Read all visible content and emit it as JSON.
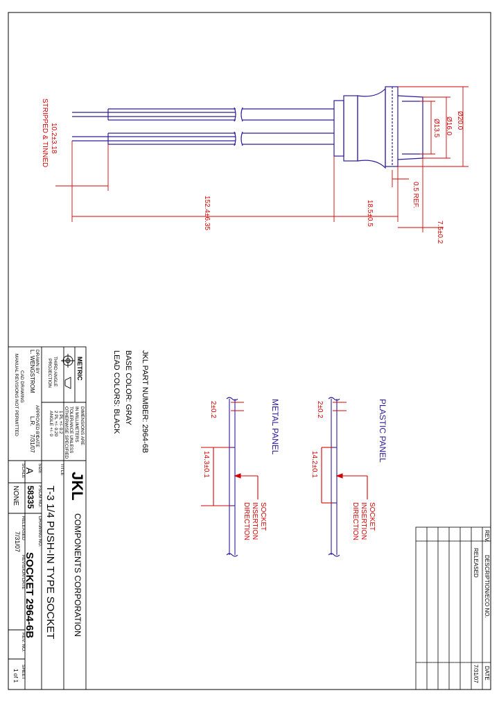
{
  "dimensions": {
    "d200": "Ø20.0",
    "d160": "Ø16.0",
    "d135": "Ø13.5",
    "ref05": "0.5 REF.",
    "len75": "7.5±0.2",
    "len185": "18.5±0.5",
    "len1524": "152.4±6.35",
    "strip": "10.2±3.18",
    "strip_note": "STRIPPED & TINNED"
  },
  "plastic_panel": {
    "title": "PLASTIC  PANEL",
    "gap": "2±0.2",
    "thick": "14.2±0.1",
    "socket_note": [
      "SOCKET",
      "INSERTION",
      "DIRECTION"
    ]
  },
  "metal_panel": {
    "title": "METAL PANEL",
    "gap": "2±0.2",
    "thick": "14.3±0.1",
    "socket_note": [
      "SOCKET",
      "INSERTION",
      "DIRECTION"
    ]
  },
  "notes": {
    "part": "JKL PART NUMBER:  2964-6B",
    "base": "BASE COLOR:  GRAY",
    "lead": "LEAD COLORS:  BLACK"
  },
  "revision": {
    "headers": {
      "rev": "REV.",
      "description": "DESCRIPTION/ECO NO.",
      "date": "DATE"
    },
    "row": {
      "description": "RELEASED",
      "date": "7/31/07"
    }
  },
  "title_block": {
    "metric": "METRIC",
    "projection": [
      "THIRD ANGLE",
      "PROJECTION"
    ],
    "dims_note": [
      "DIMENSIONS ARE",
      "IN MILLIMETERS",
      "TOLERANCE UNLESS",
      "OTHERWISE SPECIFIED",
      "1 PL +/- 0.2",
      "2 PL +/- 0.20",
      "ANGLE +/- 0"
    ],
    "drawn_by_label": "DRAWN BY",
    "drawn_by": "L. WENGSTROM",
    "approved_label": "APPROVED BY",
    "approved": "L.R.",
    "date_label": "DATE",
    "date": "7/31/07",
    "cad_note": [
      "CAD DRAWING",
      "MANUAL REVISIONS NOT PERMITTED"
    ],
    "company_logo": "JKL",
    "company": "COMPONENTS CORPORATION",
    "title_label": "TITLE",
    "title": "T-3 1/4 PUSH-IN TYPE SOCKET",
    "size_label": "SIZE",
    "size": "A",
    "fscm_label": "FSCM NO.",
    "fscm": "58335",
    "drawing_label": "DRAWING NO.",
    "drawing": "SOCKET 2964-6B",
    "scale_label": "SCALE",
    "scale": "NONE",
    "released_label": "RELEASED",
    "released": "7/31/07",
    "revision_label": "REVISION DATE",
    "rev_label": "REV. NO.",
    "sheet_label": "SHEET",
    "sheet": "1 of 1"
  }
}
